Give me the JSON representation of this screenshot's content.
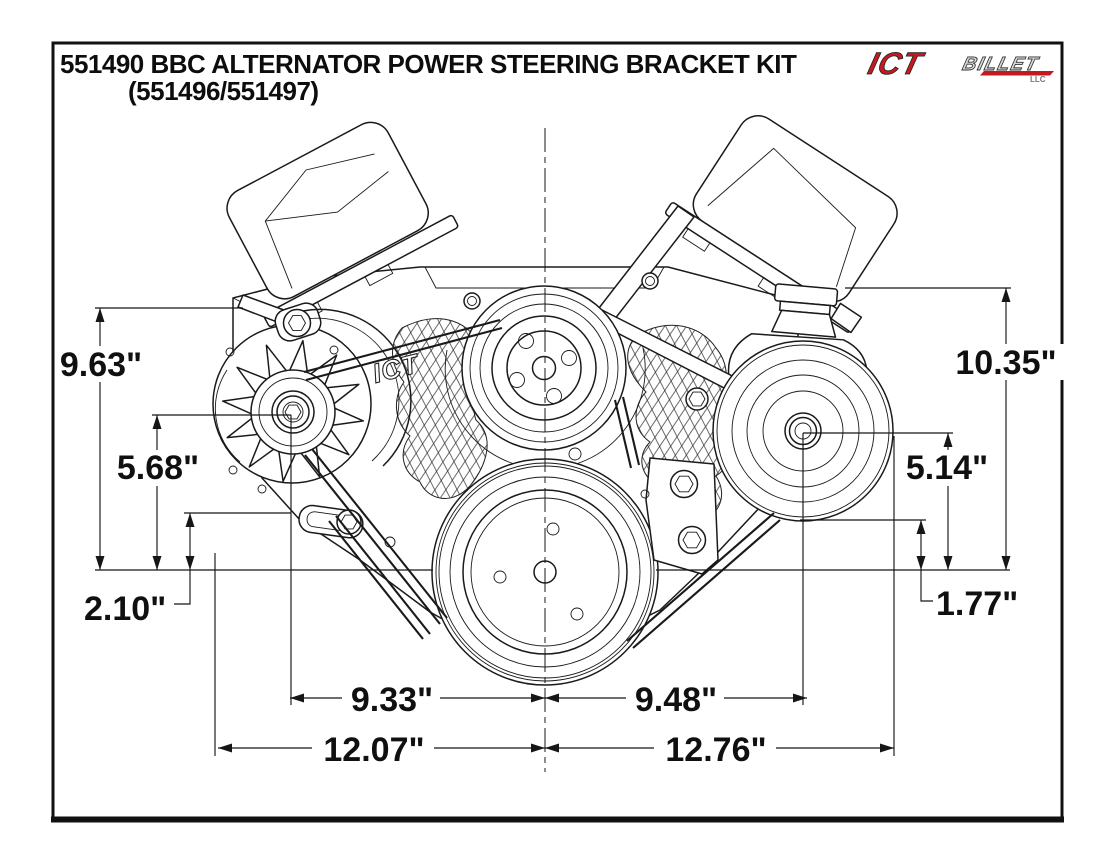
{
  "title": {
    "line1": "551490 BBC ALTERNATOR POWER STEERING BRACKET KIT",
    "line2": "(551496/551497)"
  },
  "logo": {
    "ict": "ICT",
    "billet": "BILLET",
    "suffix": "LLC"
  },
  "drawing": {
    "engraving": "ICT"
  },
  "dimensions": {
    "left": {
      "overall_height": "9.63\"",
      "alternator_center_height": "5.68\"",
      "lower_offset": "2.10\""
    },
    "right": {
      "overall_height": "10.35\"",
      "pump_center_height": "5.14\"",
      "lower_offset": "1.77\""
    },
    "bottom": {
      "alternator_center_width": "9.33\"",
      "pump_center_width": "9.48\"",
      "left_overall_width": "12.07\"",
      "right_overall_width": "12.76\""
    }
  },
  "colors": {
    "line": "#1a1a1a",
    "logo_red": "#c41a1f",
    "logo_silver": "#d8d8d8"
  }
}
